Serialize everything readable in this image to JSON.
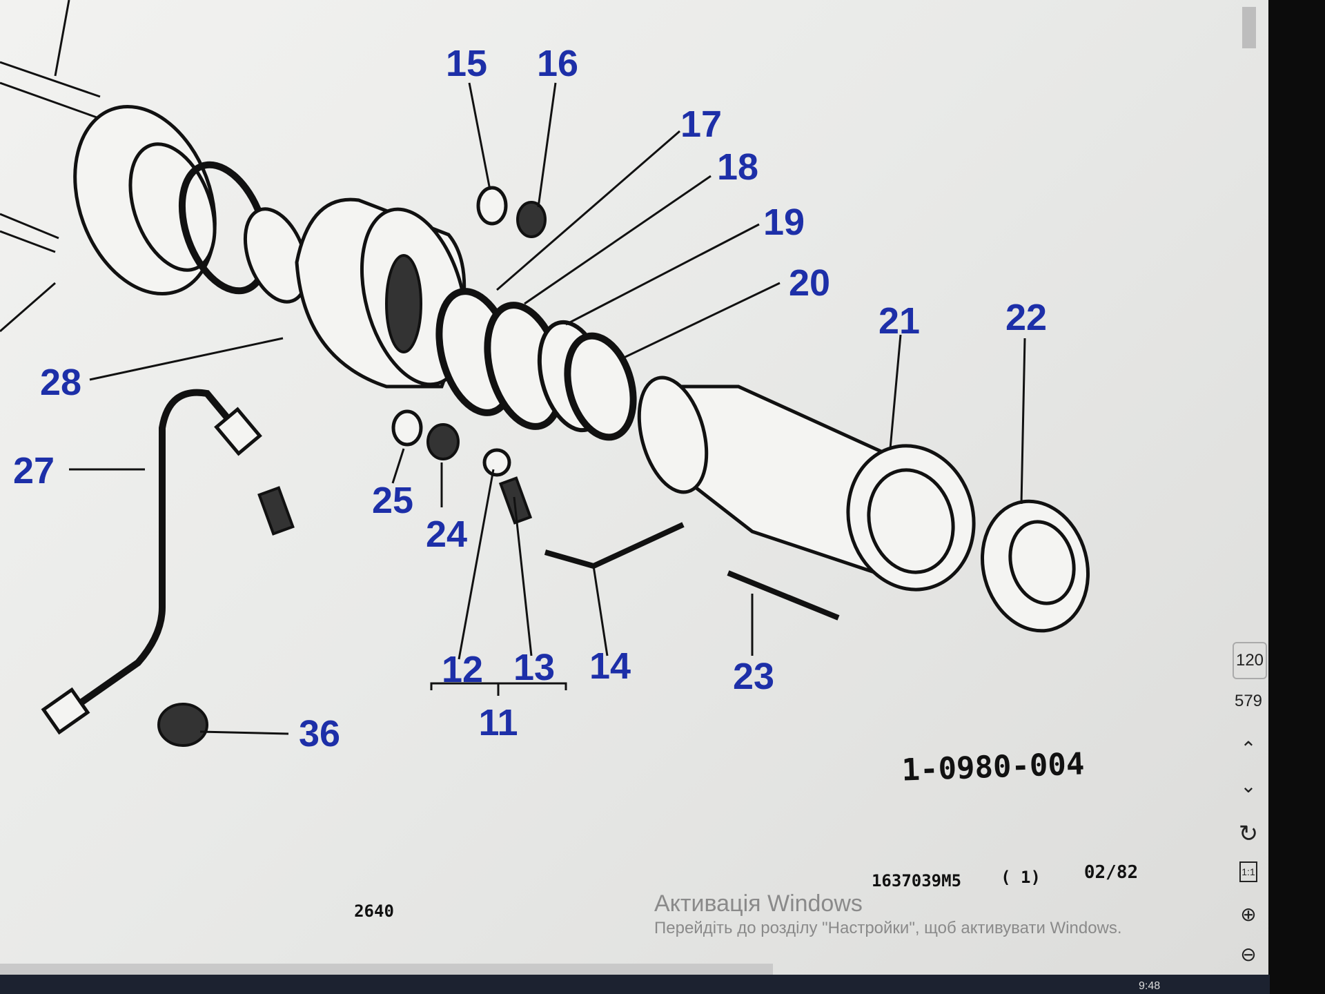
{
  "diagram": {
    "callouts": {
      "n11": "11",
      "n12": "12",
      "n13": "13",
      "n14": "14",
      "n15": "15",
      "n16": "16",
      "n17": "17",
      "n18": "18",
      "n19": "19",
      "n20": "20",
      "n21": "21",
      "n22": "22",
      "n23": "23",
      "n24": "24",
      "n25": "25",
      "n27": "27",
      "n28": "28",
      "n36": "36"
    },
    "figure_code": "1-0980-004",
    "footer": {
      "part_number": "1637039M5",
      "sheet": "( 1)",
      "date": "02/82",
      "model": "2640"
    }
  },
  "viewer": {
    "page_current": "120",
    "page_total": "579"
  },
  "watermark": {
    "title": "Активація Windows",
    "subtitle": "Перейдіть до розділу \"Настройки\", щоб активувати Windows."
  },
  "taskbar": {
    "clock": "9:48"
  }
}
